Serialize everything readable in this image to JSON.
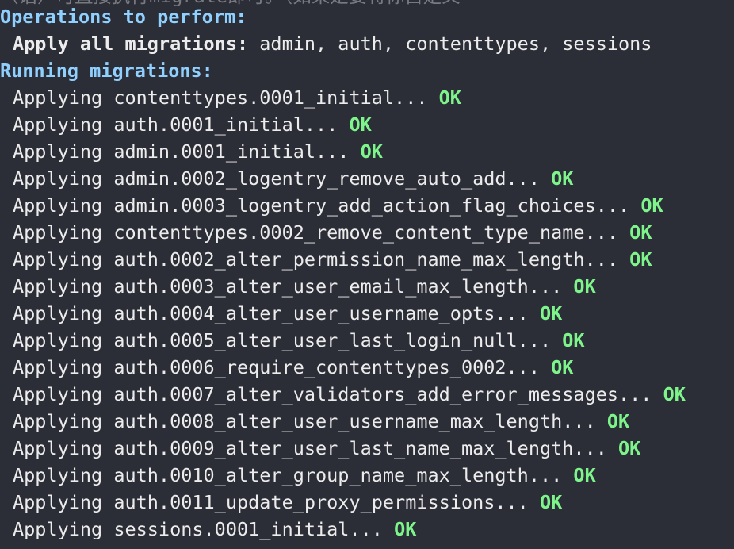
{
  "terminal": {
    "top_partial_text": "（话）可直接执行migrate即可。（如果是要将你自定义",
    "operations_heading": "Operations to perform:",
    "apply_all_label": "Apply all migrations:",
    "apply_all_apps": " admin, auth, contenttypes, sessions",
    "running_heading": "Running migrations:",
    "applying_prefix": "Applying ",
    "ok_label": "OK",
    "migrations": [
      "contenttypes.0001_initial... ",
      "auth.0001_initial... ",
      "admin.0001_initial... ",
      "admin.0002_logentry_remove_auto_add... ",
      "admin.0003_logentry_add_action_flag_choices... ",
      "contenttypes.0002_remove_content_type_name... ",
      "auth.0002_alter_permission_name_max_length... ",
      "auth.0003_alter_user_email_max_length... ",
      "auth.0004_alter_user_username_opts... ",
      "auth.0005_alter_user_last_login_null... ",
      "auth.0006_require_contenttypes_0002... ",
      "auth.0007_alter_validators_add_error_messages... ",
      "auth.0008_alter_user_username_max_length... ",
      "auth.0009_alter_user_last_name_max_length... ",
      "auth.0010_alter_group_name_max_length... ",
      "auth.0011_update_proxy_permissions... ",
      "sessions.0001_initial... "
    ]
  },
  "colors": {
    "background": "#2b2d37",
    "heading": "#8fd0ff",
    "ok": "#7ef58b",
    "text": "#ececec"
  }
}
